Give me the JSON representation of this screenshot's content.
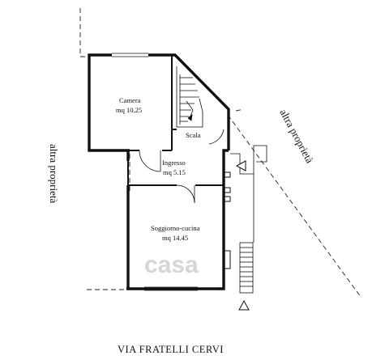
{
  "rooms": {
    "camera": {
      "name": "Camera",
      "area": "mq 10.25"
    },
    "scala": {
      "name": "Scala"
    },
    "ingresso": {
      "name": "Ingresso",
      "area": "mq 5.15"
    },
    "soggiorno": {
      "name": "Soggiorno-cucina",
      "area": "mq 14.45"
    }
  },
  "labels": {
    "neighbor_left": "altra proprietà",
    "neighbor_right": "altra proprietà",
    "street": "VIA FRATELLI CERVI",
    "watermark": "casa"
  },
  "icons": [
    "entrance-arrow-icon"
  ]
}
